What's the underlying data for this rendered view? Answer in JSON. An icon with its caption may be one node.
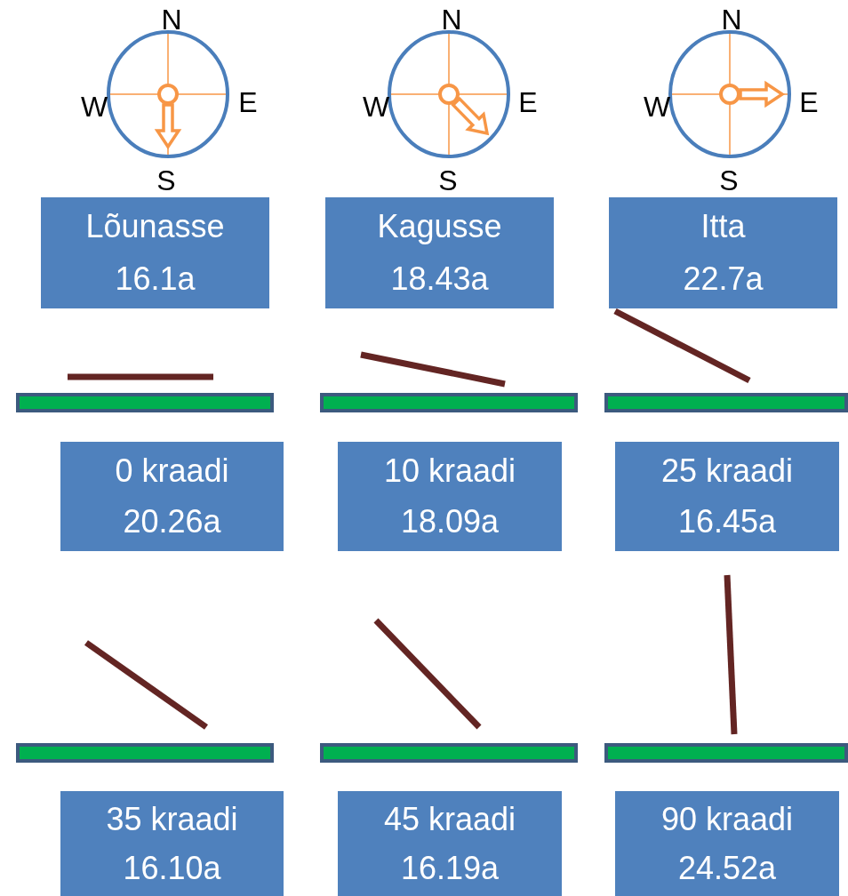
{
  "diagram": {
    "nodes": [
      {
        "text": [
          "Lõunasse",
          "16.1a"
        ]
      },
      {
        "text": [
          "Kagusse",
          "18.43a"
        ]
      },
      {
        "text": [
          "Itta",
          "22.7a"
        ]
      },
      {
        "text": [
          "0 kraadi",
          "20.26a"
        ]
      },
      {
        "text": [
          "10 kraadi",
          "18.09a"
        ]
      },
      {
        "text": [
          "25 kraadi",
          "16.45a"
        ]
      },
      {
        "text": [
          "35 kraadi",
          "16.10a"
        ]
      },
      {
        "text": [
          "45 kraadi",
          "16.19a"
        ]
      },
      {
        "text": [
          "90 kraadi",
          "24.52a"
        ]
      }
    ],
    "labels": [
      "N",
      "N",
      "N",
      "W",
      "E",
      "W",
      "E",
      "W",
      "E",
      "S",
      "S",
      "S"
    ]
  }
}
